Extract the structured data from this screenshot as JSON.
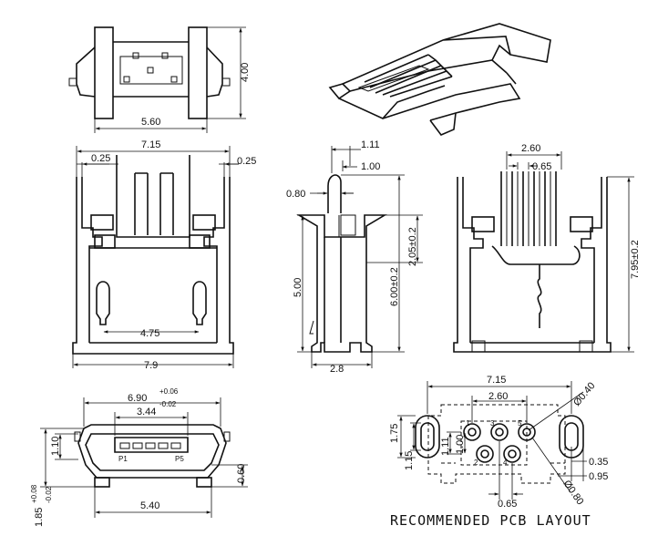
{
  "top_view": {
    "width_label": "5.60",
    "height_label": "4.00"
  },
  "iso_view": {},
  "front_view": {
    "overall_width_label": "7.15",
    "left_offset_label": "0.25",
    "right_offset_label": "0.25",
    "peg_spacing_label": "4.75",
    "base_width_label": "7.9"
  },
  "side_view": {
    "top_label_1": "1.11",
    "top_label_2": "1.00",
    "pin_label": "0.80",
    "height_label_1": "5.00",
    "height_label_2": "6.00±0.2",
    "height_label_3": "2.05±0.2",
    "base_label": "2.8"
  },
  "rear_view": {
    "pitch_total_label": "2.60",
    "pitch_label": "0.65",
    "height_label": "7.95±0.2"
  },
  "end_view": {
    "outer_width_label": "6.90",
    "outer_tol_plus": "+0.06",
    "outer_tol_minus": "-0.02",
    "inner_width_label": "3.44",
    "pin1_label": "P1",
    "pin5_label": "P5",
    "left_height_label": "1.10",
    "left_base_label": "1.85",
    "left_tol_plus": "+0.08",
    "left_tol_minus": "-0.02",
    "right_height_label": "0.60",
    "base_width_label": "5.40"
  },
  "pcb_layout": {
    "overall_label": "7.15",
    "pitch_total_label": "2.60",
    "hole_diameter_label": "Ø0.40",
    "pad_diameter_label": "Ø0.80",
    "left_height_1": "1.75",
    "left_height_2": "1.15",
    "row_label_1": "1.11",
    "row_label_2": "1.00",
    "pitch_label": "0.65",
    "right_label_1": "0.35",
    "right_label_2": "0.95",
    "pin_numbers": [
      "1",
      "2",
      "3",
      "4",
      "5"
    ],
    "title": "RECOMMENDED PCB LAYOUT"
  }
}
